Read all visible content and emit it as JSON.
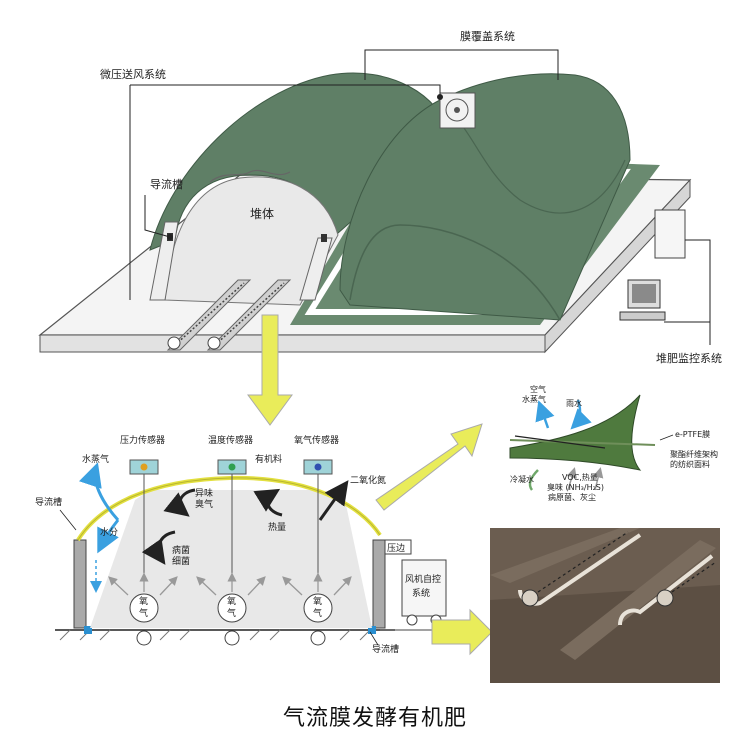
{
  "title": "气流膜发酵有机肥",
  "top": {
    "membrane_cover_system": "膜覆盖系统",
    "micro_pressure_fan_system": "微压送风系统",
    "diversion_channel": "导流槽",
    "pile": "堆体",
    "monitoring_system": "堆肥监控系统"
  },
  "section": {
    "pressure_sensor": "压力传感器",
    "temperature_sensor": "温度传感器",
    "oxygen_sensor": "氧气传感器",
    "water_vapor": "水蒸气",
    "diversion_channel_left": "导流槽",
    "water": "水分",
    "organic_material": "有机料",
    "odor": [
      "异味",
      "臭气"
    ],
    "pathogen": [
      "病菌",
      "细菌"
    ],
    "heat": "热量",
    "co2": "二氧化氮",
    "press_edge": "压边",
    "fan_control": [
      "风机自控",
      "系统"
    ],
    "diversion_channel_bottom": "导流槽",
    "oxygen_label": [
      "氧",
      "气"
    ]
  },
  "membrane": {
    "air_vapor": [
      "空气",
      "水蒸气"
    ],
    "rain": "雨水",
    "eptfe": "e-PTFE膜",
    "fabric": [
      "聚酯纤维架构",
      "的纺织面料"
    ],
    "condensate": "冷凝水",
    "voc_heat": "VOC,热量",
    "odor_nh": "臭味 (NH₃/H₂S)",
    "pathogen_dust": "病原菌、灰尘"
  },
  "colors": {
    "membrane_green": "#5f7f66",
    "arrow_yellow": "#e9ec5a",
    "arrow_blue": "#3aa0e0",
    "sensor_teal": "#9fd3d8",
    "concrete": "#6b5d50"
  }
}
